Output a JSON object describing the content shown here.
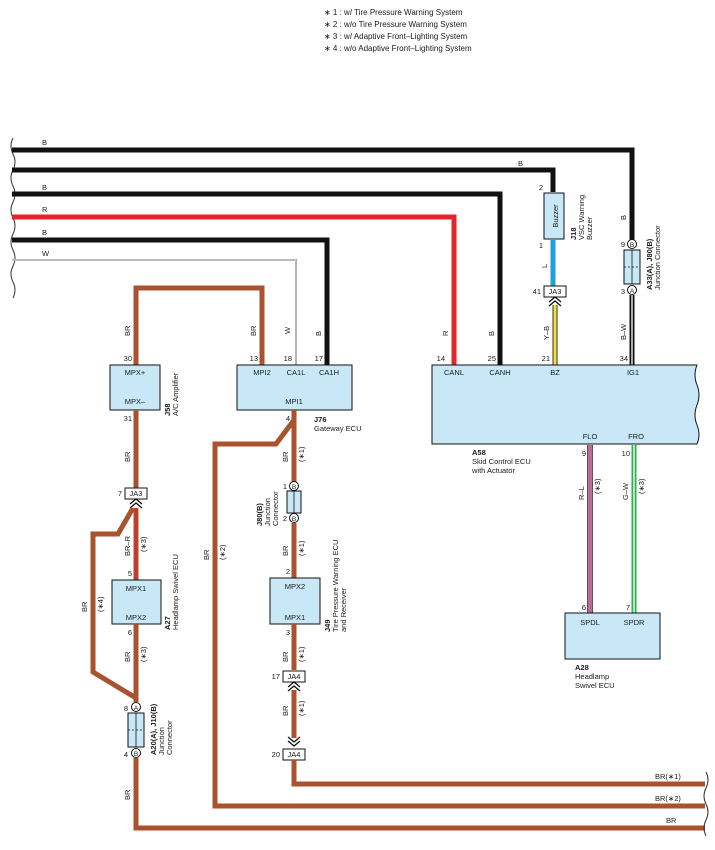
{
  "notes": [
    "∗ 1 : w/ Tire Pressure Warning System",
    "∗ 2 : w/o Tire Pressure Warning System",
    "∗ 3 : w/ Adaptive Front–Lighting System",
    "∗ 4 : w/o Adaptive Front–Lighting System"
  ],
  "colors": {
    "black": "#111111",
    "red": "#e8242b",
    "brown": "#a8522e",
    "blue": "#1ea0dc",
    "yellow": "#f4e23a",
    "green": "#2bb24c",
    "pink": "#e0607a",
    "white_wire": "#c8c8c8",
    "ecu_fill": "#c9e8f7"
  },
  "wires": {
    "b": "B",
    "r": "R",
    "w": "W",
    "br": "BR",
    "l": "L",
    "y_b": "Y–B",
    "b_w": "B–W",
    "br_r": "BR–R",
    "r_l": "R–L",
    "g_w": "G–W",
    "br_x1": "BR(∗1)",
    "br_x2": "BR(∗2)"
  },
  "marks": {
    "x1": "(∗1)",
    "x2": "(∗2)",
    "x3": "(∗3)",
    "x4": "(∗4)"
  },
  "letters": {
    "a": "A",
    "b": "B"
  },
  "components": {
    "j18": {
      "code": "J18",
      "name": "VSC Warning",
      "name2": "Buzzer",
      "box_label": "Buzzer",
      "pin_top": "2",
      "pin_bottom": "1"
    },
    "a33": {
      "code": "A33(A), J80(B)",
      "name": "Junction Connector",
      "pin_top": "9",
      "pin_bottom": "3"
    },
    "ja3_top": {
      "label": "JA3",
      "pin": "41"
    },
    "a58": {
      "code": "A58",
      "name": "Skid Control ECU",
      "name2": "with Actuator",
      "pins": [
        {
          "no": "14",
          "name": "CANL"
        },
        {
          "no": "25",
          "name": "CANH"
        },
        {
          "no": "21",
          "name": "BZ"
        },
        {
          "no": "34",
          "name": "IG1"
        },
        {
          "no": "9",
          "name": "FLO"
        },
        {
          "no": "10",
          "name": "FRO"
        }
      ]
    },
    "j58": {
      "code": "J58",
      "name": "A/C Amplifier",
      "p1_no": "30",
      "p1": "MPX+",
      "p2_no": "31",
      "p2": "MPX–"
    },
    "j76": {
      "code": "J76",
      "name": "Gateway ECU",
      "pins": [
        {
          "no": "13",
          "name": "MPI2"
        },
        {
          "no": "18",
          "name": "CA1L"
        },
        {
          "no": "17",
          "name": "CA1H"
        },
        {
          "no": "4",
          "name": "MPI1"
        }
      ]
    },
    "ja3_mid": {
      "label": "JA3",
      "pin": "7"
    },
    "a27": {
      "code": "A27",
      "name": "Headlamp Swivel ECU",
      "p1_no": "5",
      "p1": "MPX1",
      "p2_no": "6",
      "p2": "MPX2"
    },
    "a20": {
      "code": "A20(A), J10(B)",
      "name": "Junction",
      "name2": "Connector",
      "pin_top": "8",
      "pin_bottom": "4"
    },
    "j80": {
      "code": "J80(B)",
      "name": "Junction",
      "name2": "Connector",
      "pin_top": "1",
      "pin_bottom": "2"
    },
    "j49": {
      "code": "J49",
      "name": "Tire Pressure Warning ECU",
      "name2": "and Receiver",
      "p1_no": "2",
      "p1": "MPX2",
      "p2_no": "3",
      "p2": "MPX1"
    },
    "ja4_top": {
      "label": "JA4",
      "pin": "17"
    },
    "ja4_bot": {
      "label": "JA4",
      "pin": "20"
    },
    "a28": {
      "code": "A28",
      "name": "Headlamp",
      "name2": "Swivel ECU",
      "p1_no": "6",
      "p1": "SPDL",
      "p2_no": "7",
      "p2": "SPDR"
    }
  }
}
